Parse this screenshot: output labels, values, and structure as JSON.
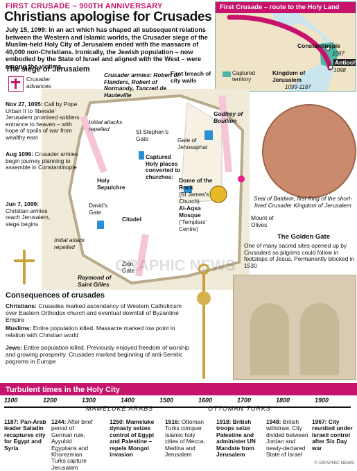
{
  "header": {
    "kicker": "FIRST CRUSADE – 900TH ANNIVERSARY",
    "title": "Christians apologise for Crusades",
    "intro": "July 15, 1099: In an act which has shaped all subsequent relations between the Western and Islamic worlds, the Crusader siege of the Muslim-held Holy City of Jerusalem ended with the massacre of 40,000 non-Christians. Ironically, the Jewish population – now embodied by the State of Israel and aligned with the West – were among the victims"
  },
  "map": {
    "title": "First Crusade – route to the Holy Land",
    "constantinople": "Constantinople",
    "constantinople_year": "1097",
    "antioch": "Antioch",
    "antioch_year": "1098",
    "kingdom": "Kingdom of Jerusalem",
    "kingdom_years": "1099-1187",
    "captured": "Captured territory",
    "colors": {
      "sea": "#c9e6ee",
      "land": "#efe4c8",
      "route": "#c7136b",
      "captured": "#4fb6a6"
    }
  },
  "siege": {
    "title": "The siege of Jerusalem",
    "legend": "Crusader advances",
    "armies": "Crusader armies: Robert of Flanders, Robert of Normandy, Tancred de Hauteville",
    "breach": "First breach of city walls",
    "godfrey": "Godfrey of Bouillon",
    "raymond": "Raymond of Saint Gilles",
    "attack1": "Initial attacks repelled",
    "attack2": "Initial attack repelled",
    "stephen": "St Stephen's Gate",
    "jehosaphat": "Gate of Jehosaphat",
    "captured": "Captured Holy places converted to churches:",
    "dome": "Dome of the Rock",
    "dome_church": "(St James's Church)",
    "aqsa": "Al-Aqsa Mosque",
    "aqsa_church": "('Templars' Centre)",
    "sepulchre": "Holy Sepulchre",
    "davids": "David's Gate",
    "citadel": "Citadel",
    "zion": "Zion Gate",
    "olives": "Mount of Olives"
  },
  "events": [
    {
      "date": "Nov 27, 1095:",
      "text": "Call by Pope Urban II to 'liberate' Jerusalem promised soldiers entrance to heaven – with hope of spoils of war from wealthy east"
    },
    {
      "date": "Aug 1096:",
      "text": "Crusader armies begin journey planning to assemble in Constantinople"
    },
    {
      "date": "Jun 7, 1099:",
      "text": "Christian armies reach Jerusalem, siege begins"
    }
  ],
  "seal": {
    "caption": "Seal of Baldwin, first King of the short-lived Crusader Kingdom of Jerusalem"
  },
  "golden_gate": {
    "title": "The Golden Gate",
    "text": "One of many sacred sites opened up by Crusaders so pilgrims could follow in footsteps of Jesus. Permanently blocked in 1530"
  },
  "watermark": "GRAPHIC NEWS",
  "consequences": {
    "title": "Consequences of crusades",
    "items": [
      {
        "label": "Christians:",
        "text": "Crusades marked ascendancy of Western Catholicism over Eastern Orthodox church and eventual downfall of Byzantine Empire"
      },
      {
        "label": "Muslims:",
        "text": "Entire population killed. Massacre marked low point in relation with Christian world"
      },
      {
        "label": "Jews:",
        "text": "Entire population killed. Previously enjoyed freedom of worship and growing prosperity. Crusades marked beginning of anti-Semitic pogroms in Europe"
      }
    ]
  },
  "timeline": {
    "title": "Turbulent times in the Holy City",
    "years": [
      "1100",
      "1200",
      "1300",
      "1400",
      "1500",
      "1600",
      "1700",
      "1800",
      "1900"
    ],
    "eras": [
      "MAMELUKE ARABS",
      "OTTOMAN TURKS"
    ],
    "events": [
      {
        "title": "1187: Pan-Arab leader Saladin recaptures city for Egypt and Syria",
        "body": ""
      },
      {
        "title": "1244:",
        "body": "After brief period of German rule, Ayyubid Egyptians and Khorezmian Turks capture Jerusalem"
      },
      {
        "title": "1250: Mameluke dynasty seizes control of Egypt and Palestine – repels Mongol invasion",
        "body": ""
      },
      {
        "title": "1516:",
        "body": "Ottoman Turks conquer Islamic holy cities of Mecca, Medina and Jerusalem"
      },
      {
        "title": "1918: British troops seize Palestine and administer UN Mandate from Jerusalem",
        "body": ""
      },
      {
        "title": "1948:",
        "body": "British withdraw. City divided between Jordan and newly-declared State of Israel"
      },
      {
        "title": "1967: City reunited under Israeli control after Six Day war",
        "body": ""
      }
    ]
  },
  "credit": "© GRAPHIC NEWS"
}
